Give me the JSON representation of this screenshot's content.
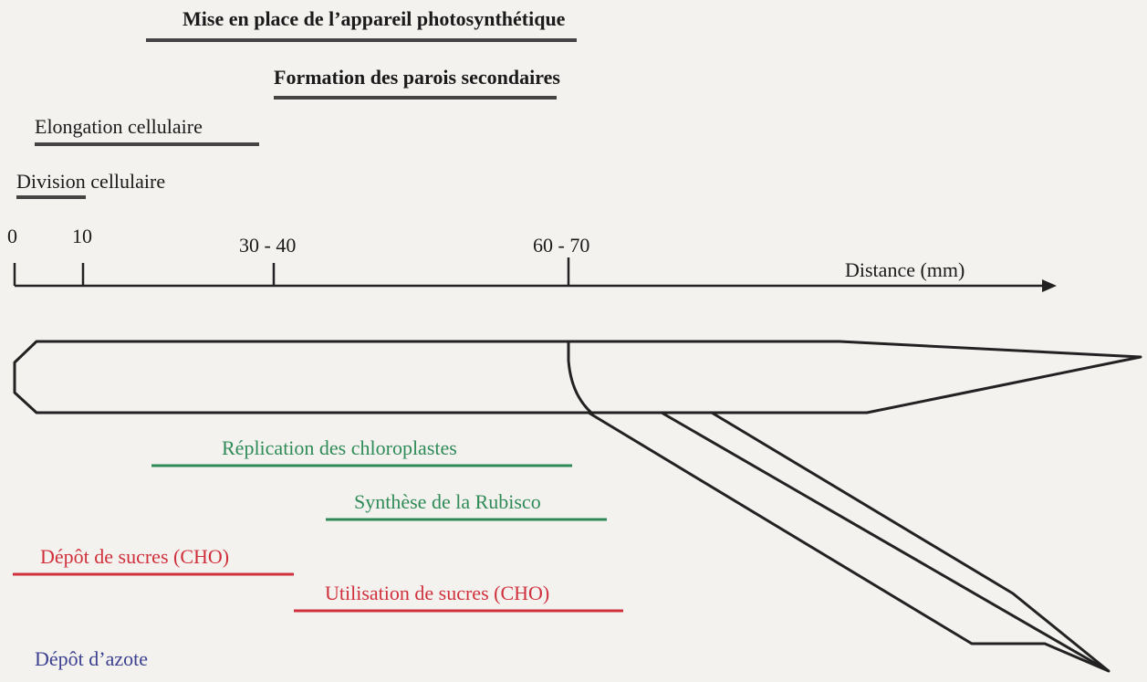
{
  "stages": [
    {
      "label": "Mise en place de l’appareil photosynthétique"
    },
    {
      "label": "Formation des parois secondaires"
    },
    {
      "label": "Elongation cellulaire"
    },
    {
      "label": "Division cellulaire"
    }
  ],
  "axis": {
    "title": "Distance (mm)",
    "ticks": [
      "0",
      "10",
      "30 - 40",
      "60 - 70"
    ]
  },
  "processes": [
    {
      "label": "Réplication des chloroplastes"
    },
    {
      "label": "Synthèse de la Rubisco"
    },
    {
      "label": "Dépôt de sucres (CHO)"
    },
    {
      "label": "Utilisation de sucres (CHO)"
    },
    {
      "label": "Dépôt d’azote"
    }
  ],
  "colors": {
    "stage_bar": "#444444",
    "green": "#2e8b57",
    "red": "#d0303c",
    "blue": "#3a3f8f",
    "outline": "#222222"
  }
}
